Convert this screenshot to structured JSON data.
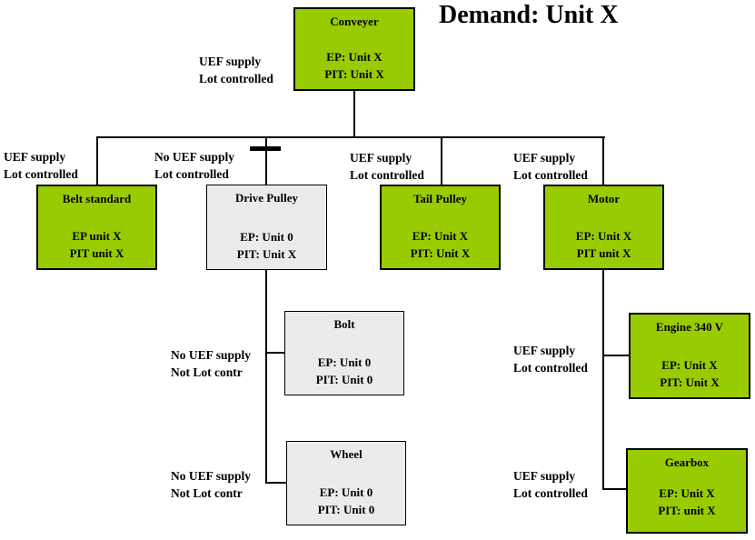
{
  "page_title": "Demand: Unit X",
  "colors": {
    "node-green": "#99CC00",
    "node-gray": "#EBEBEB",
    "line": "#000000",
    "background": "#FFFFFF"
  },
  "nodes": {
    "conveyer": {
      "title": "Conveyer",
      "ep": "EP: Unit X",
      "pit": "PIT: Unit X"
    },
    "belt_standard": {
      "title": "Belt standard",
      "ep": "EP unit X",
      "pit": "PIT unit X"
    },
    "drive_pulley": {
      "title": "Drive Pulley",
      "ep": "EP: Unit 0",
      "pit": "PIT: Unit X"
    },
    "tail_pulley": {
      "title": "Tail Pulley",
      "ep": "EP: Unit X",
      "pit": "PIT: Unit X"
    },
    "motor": {
      "title": "Motor",
      "ep": "EP: Unit X",
      "pit": "PIT unit X"
    },
    "bolt": {
      "title": "Bolt",
      "ep": "EP: Unit 0",
      "pit": "PIT: Unit 0"
    },
    "wheel": {
      "title": "Wheel",
      "ep": "EP: Unit 0",
      "pit": "PIT: Unit 0"
    },
    "engine": {
      "title": "Engine 340 V",
      "ep": "EP: Unit X",
      "pit": "PIT: Unit X"
    },
    "gearbox": {
      "title": "Gearbox",
      "ep": "EP: Unit X",
      "pit": "PIT: unit X"
    }
  },
  "edge_labels": {
    "conveyer": {
      "line1": "UEF supply",
      "line2": "Lot controlled"
    },
    "belt_standard": {
      "line1": "UEF supply",
      "line2": "Lot controlled"
    },
    "drive_pulley": {
      "line1": "No UEF supply",
      "line2": "Lot controlled"
    },
    "tail_pulley": {
      "line1": "UEF supply",
      "line2": "Lot controlled"
    },
    "motor": {
      "line1": "UEF supply",
      "line2": "Lot controlled"
    },
    "bolt": {
      "line1": "No UEF supply",
      "line2": "Not Lot contr"
    },
    "wheel": {
      "line1": "No UEF supply",
      "line2": "Not Lot contr"
    },
    "engine": {
      "line1": "UEF supply",
      "line2": "Lot controlled"
    },
    "gearbox": {
      "line1": "UEF supply",
      "line2": "Lot controlled"
    }
  }
}
